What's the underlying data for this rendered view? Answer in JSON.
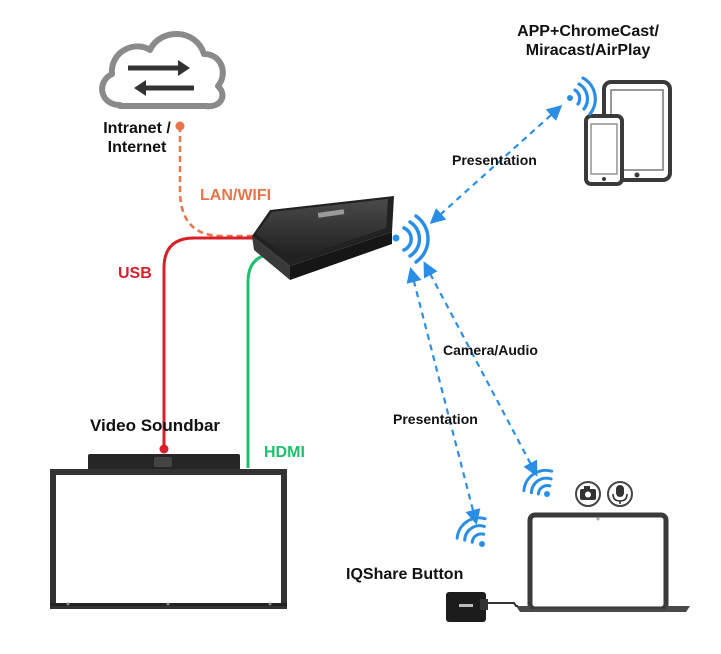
{
  "labels": {
    "intranet_line1": "Intranet /",
    "intranet_line2": "Internet",
    "app_line1": "APP+ChromeCast/",
    "app_line2": "Miracast/AirPlay",
    "lan_wifi": "LAN/WIFI",
    "usb": "USB",
    "hdmi": "HDMI",
    "video_soundbar": "Video Soundbar",
    "iqshare_button": "IQShare Button",
    "presentation_top": "Presentation",
    "camera_audio": "Camera/Audio",
    "presentation_bottom": "Presentation"
  },
  "colors": {
    "lan": "#e8744a",
    "usb": "#d8202a",
    "hdmi": "#1fbf6e",
    "wireless": "#2a8ee6",
    "device_dark": "#2b2b2b",
    "text": "#111111"
  },
  "icons": [
    "cloud-icon",
    "wifi-signal-icon",
    "camera-icon",
    "microphone-icon",
    "tablet-icon",
    "phone-icon",
    "laptop-icon"
  ]
}
